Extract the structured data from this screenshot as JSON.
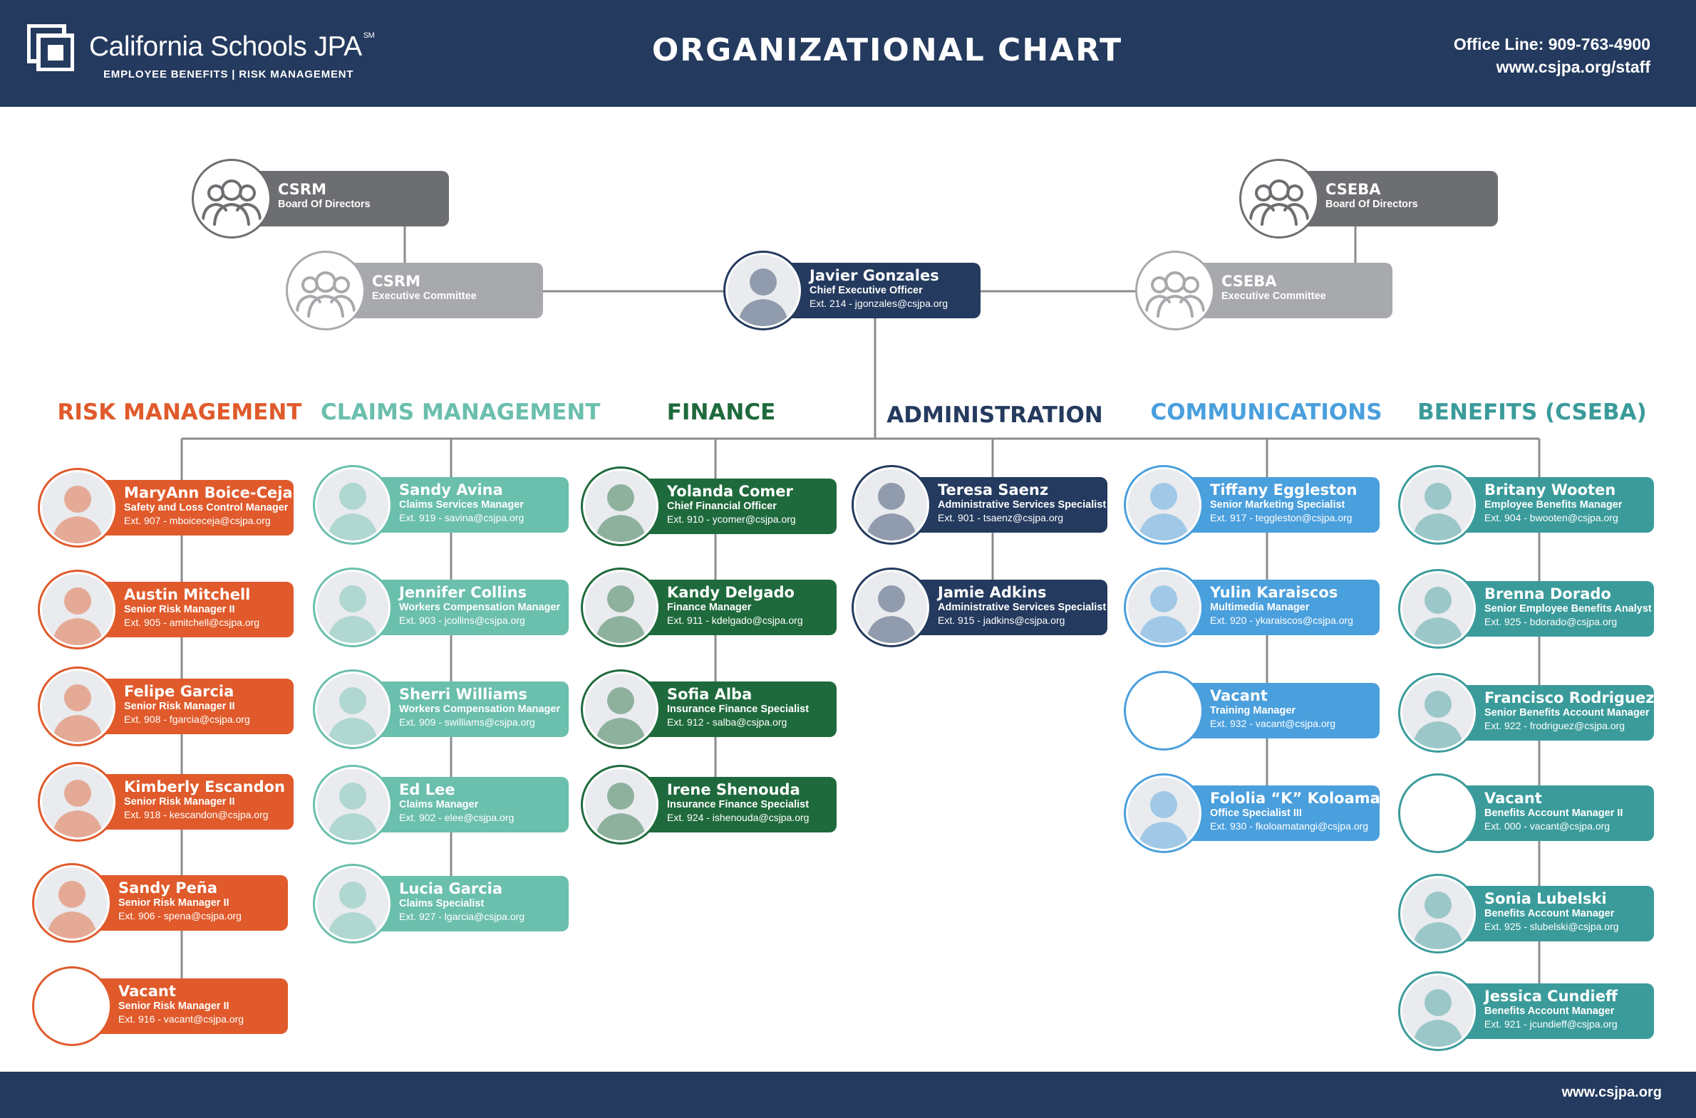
{
  "header": {
    "logo_name": "California Schools JPA",
    "logo_trademark": "SM",
    "logo_tagline": "EMPLOYEE BENEFITS | RISK MANAGEMENT",
    "title": "ORGANIZATIONAL CHART",
    "office_line": "Office Line: 909-763-4900",
    "staff_url": "www.csjpa.org/staff"
  },
  "footer": {
    "url": "www.csjpa.org"
  },
  "colors": {
    "navy": "#243a5e",
    "risk": "#e05a2b",
    "claims": "#6bbfad",
    "finance": "#1f6a3c",
    "admin": "#243a5e",
    "communications": "#4a9fdd",
    "benefits": "#3b9b9b",
    "board_dark": "#6d6e71",
    "board_light": "#a7a9ac"
  },
  "boards": [
    {
      "name": "CSRM",
      "subtitle": "Board Of Directors",
      "icon": "group-icon"
    },
    {
      "name": "CSRM",
      "subtitle": "Executive Committee",
      "icon": "group-icon"
    },
    {
      "name": "CSEBA",
      "subtitle": "Board Of Directors",
      "icon": "group-icon"
    },
    {
      "name": "CSEBA",
      "subtitle": "Executive Committee",
      "icon": "group-icon"
    }
  ],
  "ceo": {
    "name": "Javier Gonzales",
    "title": "Chief Executive Officer",
    "ext": "Ext. 214 - jgonzales@csjpa.org"
  },
  "departments": [
    {
      "name": "RISK MANAGEMENT",
      "color": "#e05a2b",
      "staff": [
        {
          "name": "MaryAnn Boice-Ceja",
          "title": "Safety and Loss Control Manager",
          "ext": "Ext. 907 - mboiceceja@csjpa.org"
        },
        {
          "name": "Austin Mitchell",
          "title": "Senior Risk Manager II",
          "ext": "Ext. 905 - amitchell@csjpa.org"
        },
        {
          "name": "Felipe Garcia",
          "title": "Senior Risk Manager II",
          "ext": "Ext. 908 - fgarcia@csjpa.org"
        },
        {
          "name": "Kimberly Escandon",
          "title": "Senior Risk Manager II",
          "ext": "Ext. 918 - kescandon@csjpa.org"
        },
        {
          "name": "Sandy Peña",
          "title": "Senior Risk Manager II",
          "ext": "Ext. 906 - spena@csjpa.org"
        },
        {
          "name": "Vacant",
          "title": "Senior Risk Manager II",
          "ext": "Ext. 916 - vacant@csjpa.org",
          "vacant": true
        }
      ]
    },
    {
      "name": "CLAIMS MANAGEMENT",
      "color": "#6bbfad",
      "staff": [
        {
          "name": "Sandy Avina",
          "title": "Claims Services Manager",
          "ext": "Ext. 919 - savina@csjpa.org"
        },
        {
          "name": "Jennifer Collins",
          "title": "Workers Compensation Manager",
          "ext": "Ext. 903 - jcollins@csjpa.org"
        },
        {
          "name": "Sherri Williams",
          "title": "Workers Compensation Manager",
          "ext": "Ext. 909 - swilliams@csjpa.org"
        },
        {
          "name": "Ed Lee",
          "title": "Claims Manager",
          "ext": "Ext. 902 - elee@csjpa.org"
        },
        {
          "name": "Lucia Garcia",
          "title": "Claims Specialist",
          "ext": "Ext. 927 - lgarcia@csjpa.org"
        }
      ]
    },
    {
      "name": "FINANCE",
      "color": "#1f6a3c",
      "staff": [
        {
          "name": "Yolanda Comer",
          "title": "Chief Financial Officer",
          "ext": "Ext. 910 - ycomer@csjpa.org"
        },
        {
          "name": "Kandy Delgado",
          "title": "Finance Manager",
          "ext": "Ext. 911 - kdelgado@csjpa.org"
        },
        {
          "name": "Sofia Alba",
          "title": "Insurance Finance Specialist",
          "ext": "Ext. 912 - salba@csjpa.org"
        },
        {
          "name": "Irene Shenouda",
          "title": "Insurance Finance Specialist",
          "ext": "Ext. 924 - ishenouda@csjpa.org"
        }
      ]
    },
    {
      "name": "ADMINISTRATION",
      "color": "#243a5e",
      "staff": [
        {
          "name": "Teresa Saenz",
          "title": "Administrative Services Specialist",
          "ext": "Ext. 901 - tsaenz@csjpa.org"
        },
        {
          "name": "Jamie Adkins",
          "title": "Administrative Services Specialist",
          "ext": "Ext. 915 - jadkins@csjpa.org"
        }
      ]
    },
    {
      "name": "COMMUNICATIONS",
      "color": "#4a9fdd",
      "staff": [
        {
          "name": "Tiffany Eggleston",
          "title": "Senior Marketing Specialist",
          "ext": "Ext. 917 - teggleston@csjpa.org"
        },
        {
          "name": "Yulin Karaiscos",
          "title": "Multimedia Manager",
          "ext": "Ext. 920 - ykaraiscos@csjpa.org"
        },
        {
          "name": "Vacant",
          "title": "Training Manager",
          "ext": "Ext. 932 - vacant@csjpa.org",
          "vacant": true
        },
        {
          "name": "Fololia “K” Koloamatangi",
          "title": "Office Specialist III",
          "ext": "Ext. 930 - fkoloamatangi@csjpa.org"
        }
      ]
    },
    {
      "name": "BENEFITS (CSEBA)",
      "color": "#3b9b9b",
      "staff": [
        {
          "name": "Britany Wooten",
          "title": "Employee Benefits Manager",
          "ext": "Ext. 904 - bwooten@csjpa.org"
        },
        {
          "name": "Brenna Dorado",
          "title": "Senior Employee Benefits Analyst",
          "ext": "Ext. 925 - bdorado@csjpa.org"
        },
        {
          "name": "Francisco Rodriguez",
          "title": "Senior Benefits Account Manager",
          "ext": "Ext. 922 - frodriguez@csjpa.org"
        },
        {
          "name": "Vacant",
          "title": "Benefits Account Manager II",
          "ext": "Ext. 000 - vacant@csjpa.org",
          "vacant": true
        },
        {
          "name": "Sonia Lubelski",
          "title": "Benefits Account Manager",
          "ext": "Ext. 925 - slubelski@csjpa.org"
        },
        {
          "name": "Jessica Cundieff",
          "title": "Benefits Account Manager",
          "ext": "Ext. 921 - jcundieff@csjpa.org"
        }
      ]
    }
  ]
}
